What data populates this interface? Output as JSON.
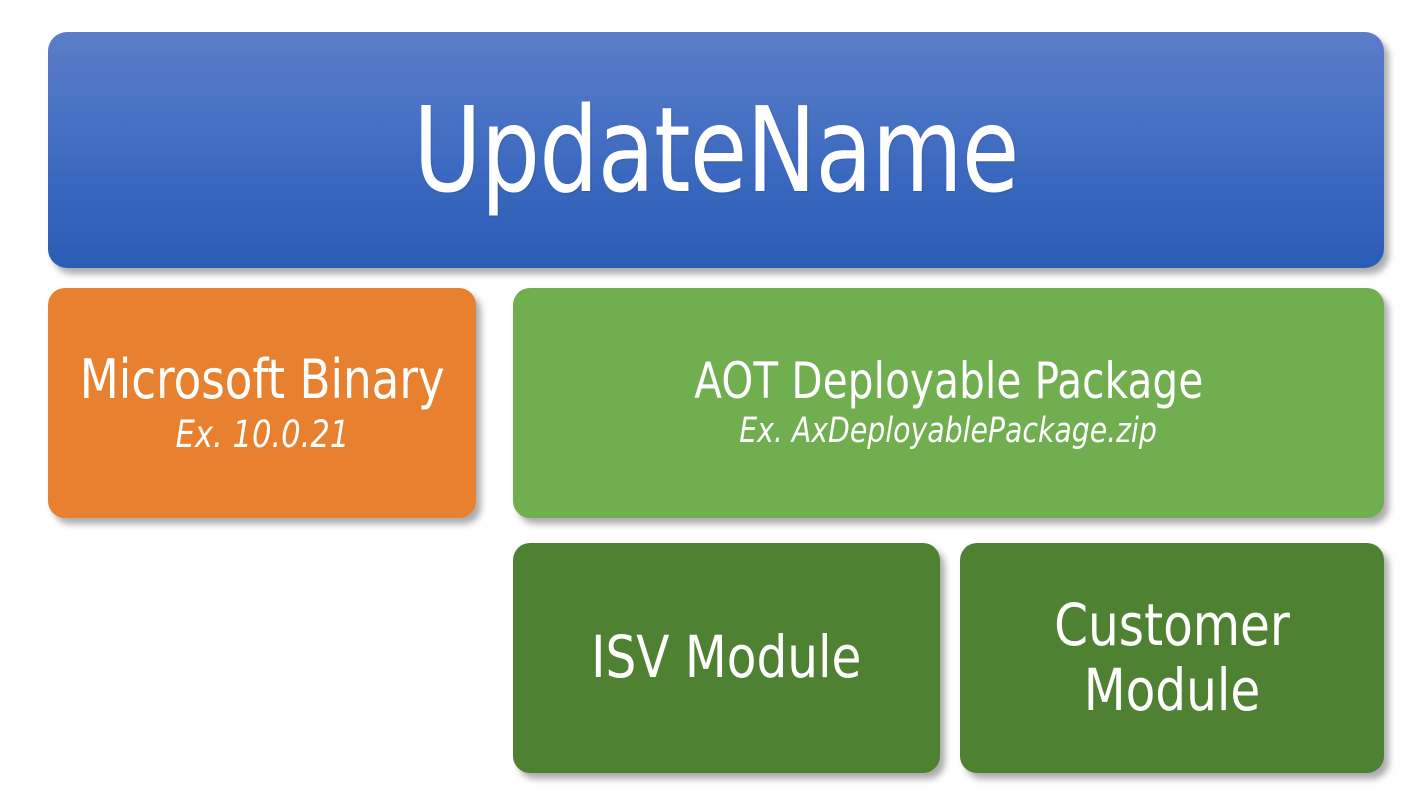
{
  "diagram": {
    "type": "hierarchy-block-diagram",
    "background_color": "#ffffff",
    "root": {
      "title": "UpdateName",
      "color": "#3a68bf",
      "gradient_from": "#5c7cc8",
      "gradient_to": "#2b5cb5"
    },
    "children": [
      {
        "id": "microsoft-binary",
        "label": "Microsoft Binary",
        "example": "Ex. 10.0.21",
        "color": "#e8812f"
      },
      {
        "id": "aot-deployable-package",
        "label": "AOT Deployable Package",
        "example": "Ex. AxDeployablePackage.zip",
        "color": "#70ae4f",
        "children": [
          {
            "id": "isv-module",
            "label": "ISV Module",
            "color": "#4f8133"
          },
          {
            "id": "customer-module",
            "label": "Customer Module",
            "color": "#4f8133"
          }
        ]
      }
    ]
  }
}
